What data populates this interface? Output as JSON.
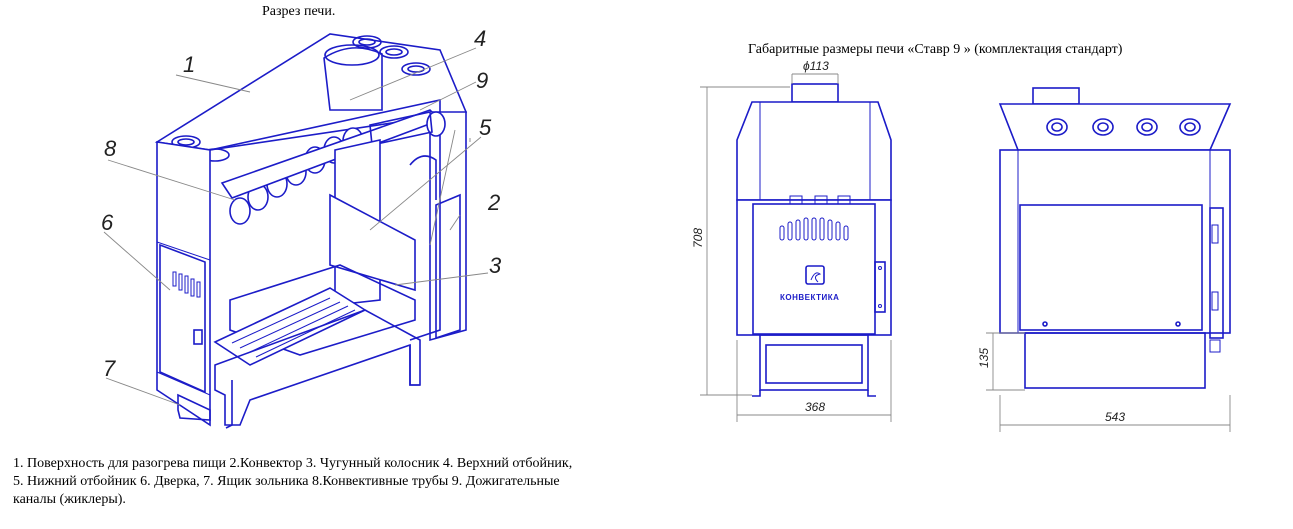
{
  "cutaway": {
    "title": "Разрез печи.",
    "callouts": [
      "1",
      "2",
      "3",
      "4",
      "5",
      "6",
      "7",
      "8",
      "9"
    ]
  },
  "dimensions": {
    "title": "Габаритные размеры  печи «Ставр 9 » (комплектация стандарт)",
    "flue_diameter": "ϕ113",
    "height": "708",
    "front_width": "368",
    "side_width": "543",
    "ash_height": "135",
    "brand": "КОНВЕКТИКА"
  },
  "legend": {
    "line1": "1. Поверхность для разогрева пищи 2.Конвектор  3. Чугунный колосник 4. Верхний отбойник,",
    "line2": "5. Нижний отбойник 6. Дверка, 7. Ящик зольника 8.Конвективные трубы 9. Дожигательные",
    "line3": "каналы (жиклеры)."
  },
  "colors": {
    "line": "#1c1cc8",
    "leader": "#888888"
  }
}
